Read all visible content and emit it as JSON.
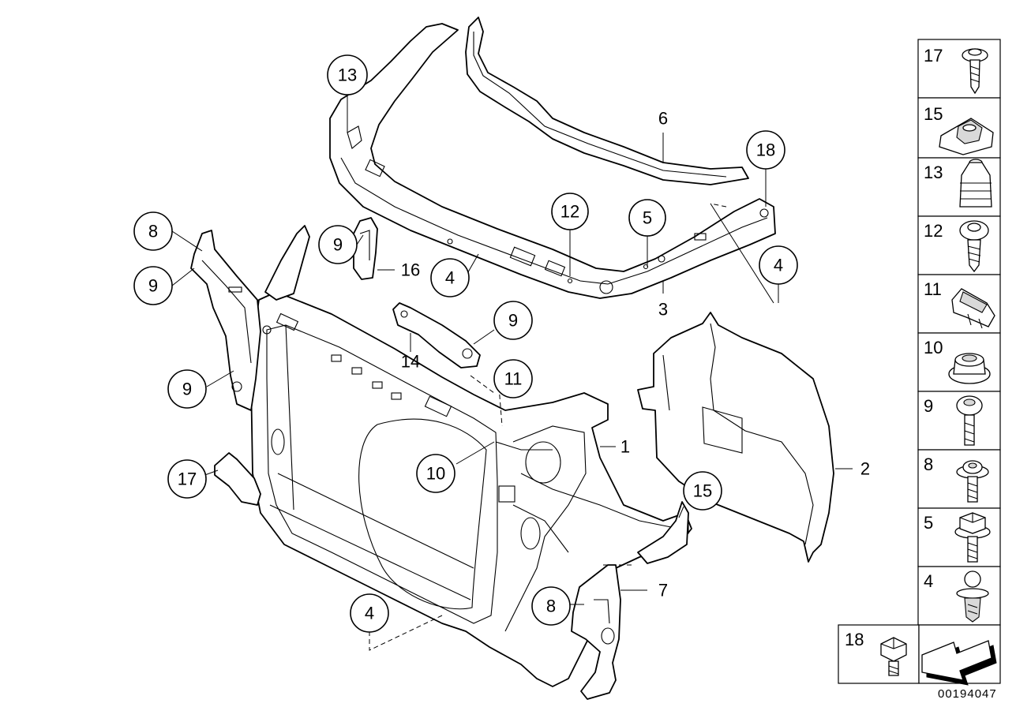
{
  "callouts": {
    "c13": "13",
    "c18": "18",
    "c12": "12",
    "c5": "5",
    "c8a": "8",
    "c9a": "9",
    "c9b": "9",
    "c9c": "9",
    "c9d": "9",
    "c4a": "4",
    "c4b": "4",
    "c4c": "4",
    "c11": "11",
    "c10": "10",
    "c15": "15",
    "c17": "17",
    "c8b": "8"
  },
  "labels": {
    "l6": "6",
    "l3": "3",
    "l16": "16",
    "l14": "14",
    "l1": "1",
    "l2": "2",
    "l7": "7"
  },
  "panel": {
    "items": [
      "17",
      "15",
      "13",
      "12",
      "11",
      "10",
      "9",
      "8",
      "5",
      "4",
      "18"
    ]
  },
  "document_number": "00194047"
}
